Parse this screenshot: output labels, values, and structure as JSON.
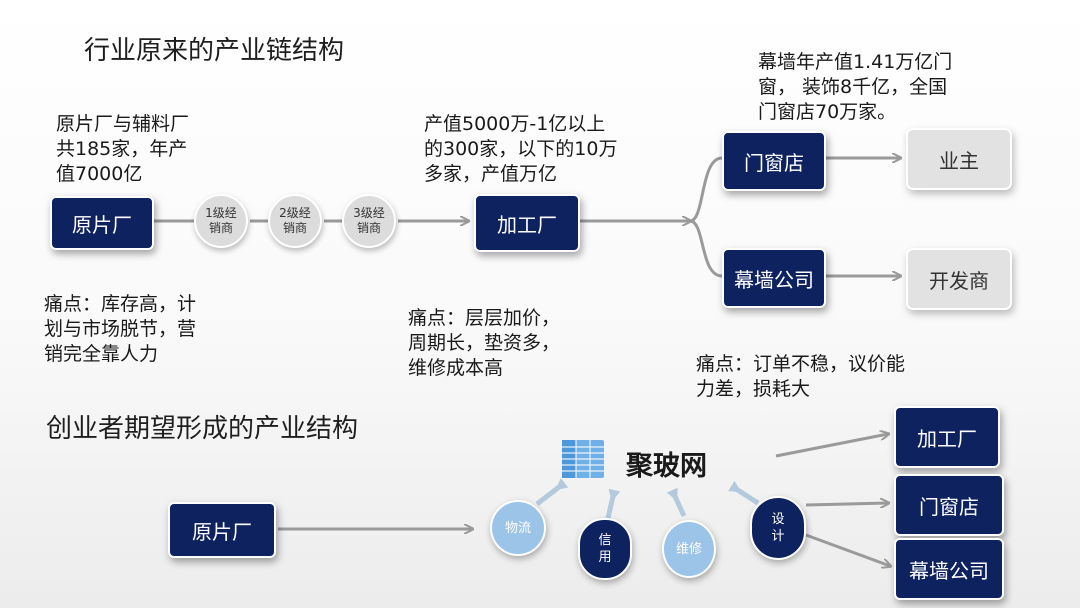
{
  "top": {
    "title": "行业原来的产业链结构",
    "supplier_note": "原片厂与辅料厂\n共185家，年产\n值7000亿",
    "supplier": "原片厂",
    "dealers": [
      "1级经\n销商",
      "2级经\n销商",
      "3级经\n销商"
    ],
    "processor_note": "产值5000万-1亿以上\n的300家，以下的10万\n多家，产值万亿",
    "processor": "加工厂",
    "market_note": "幕墙年产值1.41万亿门\n窗， 装饰8千亿，全国\n门窗店70万家。",
    "door_shop": "门窗店",
    "curtain_co": "幕墙公司",
    "owner": "业主",
    "developer": "开发商",
    "pain1": "痛点：库存高，计\n划与市场脱节，营\n销完全靠人力",
    "pain2": "痛点：层层加价，\n周期长，垫资多，\n维修成本高",
    "pain3": "痛点：订单不稳，议价能\n力差，损耗大"
  },
  "bottom": {
    "title": "创业者期望形成的产业结构",
    "supplier": "原片厂",
    "platform": "聚玻网",
    "services": [
      "物流",
      "信\n用",
      "维修",
      "设\n计"
    ],
    "targets": [
      "加工厂",
      "门窗店",
      "幕墙公司"
    ]
  },
  "colors": {
    "navy": "#0f2260",
    "light_blue": "#9cc3e8",
    "grey_box": "#e2e2e2",
    "arrow": "#9a9a9a"
  },
  "icons": {
    "platform_logo": "window-logo-icon"
  }
}
